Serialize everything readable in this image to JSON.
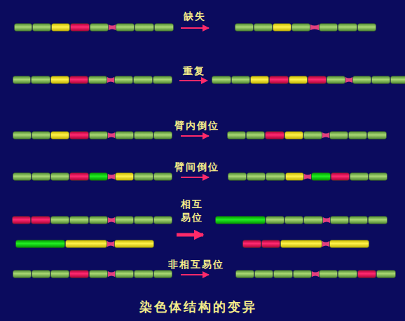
{
  "diagram": {
    "caption": "染色体结构的变异",
    "labels": [
      "缺失",
      "重复",
      "臂内倒位",
      "臂间倒位",
      "相互 易位",
      "非相互易位"
    ]
  }
}
